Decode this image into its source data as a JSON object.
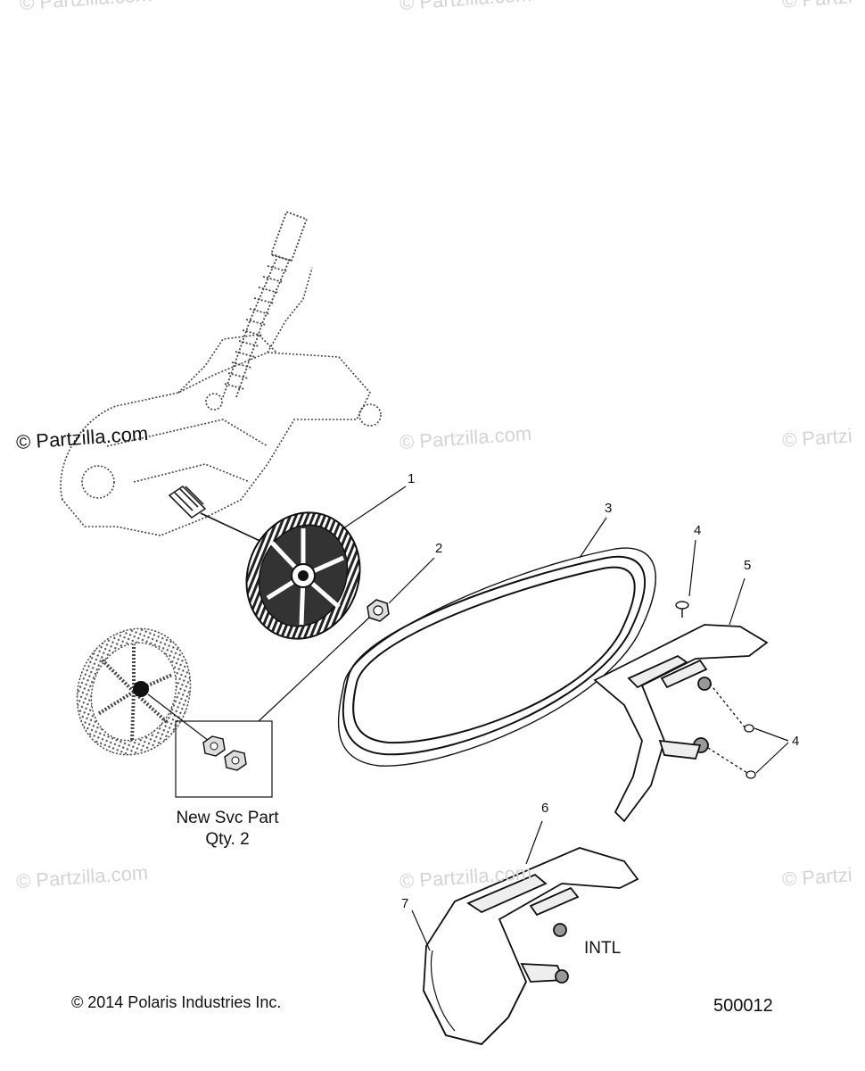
{
  "watermarks": {
    "text": "© Partzilla.com",
    "partial_text": "© Partzi"
  },
  "callouts": {
    "c1": "1",
    "c2": "2",
    "c3": "3",
    "c4a": "4",
    "c4b": "4",
    "c5": "5",
    "c6": "6",
    "c7": "7"
  },
  "labels": {
    "new_svc_line1": "New Svc Part",
    "new_svc_line2": "Qty. 2",
    "intl": "INTL",
    "copyright": "© 2014 Polaris Industries Inc.",
    "diagram_number": "500012"
  }
}
